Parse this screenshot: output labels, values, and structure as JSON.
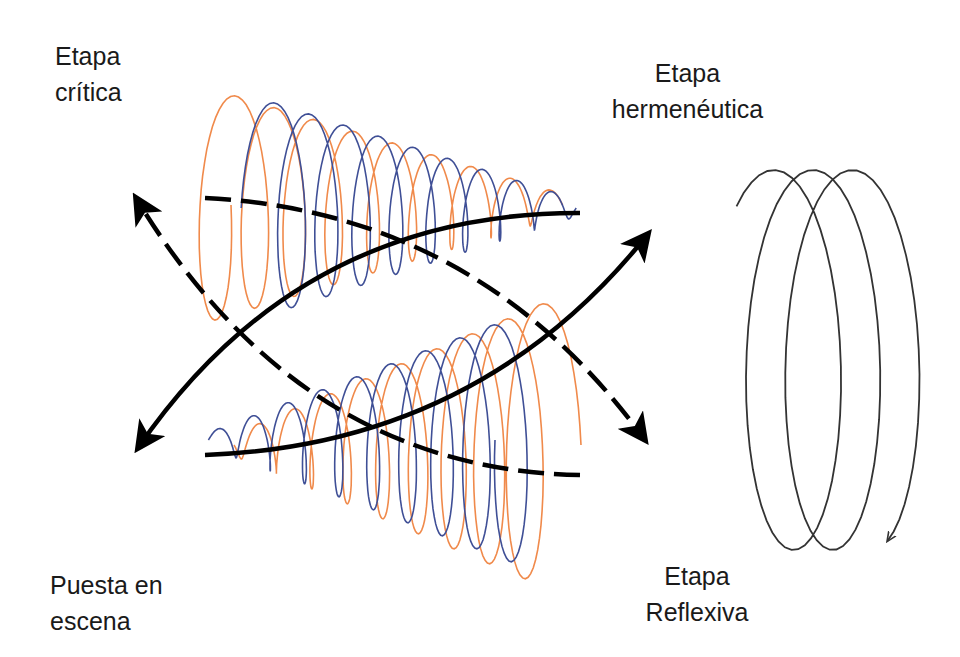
{
  "diagram": {
    "labels": [
      "Etapa crítica",
      "Etapa hermenéutica",
      "Puesta en escena",
      "Etapa Reflexiva"
    ]
  }
}
